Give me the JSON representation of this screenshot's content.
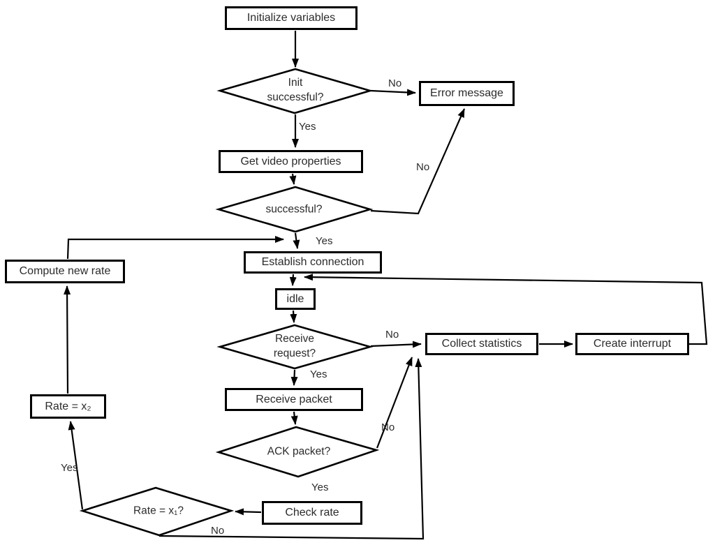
{
  "diagram": {
    "kind": "flowchart",
    "background_color": "#ffffff",
    "line_color": "#000000",
    "text_color": "#2b2b2b"
  },
  "nodes": {
    "initialize_variables": "Initialize variables",
    "init_successful": "Init\nsuccessful?",
    "error_message": "Error message",
    "get_video_properties": "Get video properties",
    "successful": "successful?",
    "establish_connection": "Establish connection",
    "idle": "idle",
    "compute_new_rate": "Compute new rate",
    "receive_request": "Receive\nrequest?",
    "collect_statistics": "Collect statistics",
    "create_interrupt": "Create interrupt",
    "receive_packet": "Receive packet",
    "ack_packet": "ACK packet?",
    "check_rate": "Check rate",
    "rate_x1": "Rate = x₁?",
    "rate_x2": "Rate = x₂"
  },
  "edge_labels": {
    "init_no": "No",
    "init_yes": "Yes",
    "properties_no": "No",
    "properties_yes": "Yes",
    "request_no": "No",
    "request_yes": "Yes",
    "ack_no": "No",
    "ack_yes": "Yes",
    "rate_yes": "Yes",
    "rate_no": "No"
  }
}
